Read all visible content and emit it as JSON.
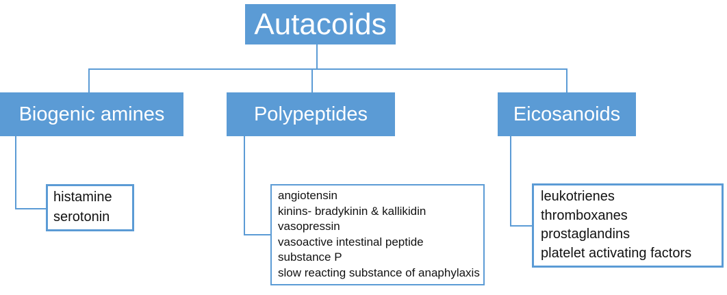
{
  "diagram": {
    "root": {
      "label": "Autacoids"
    },
    "categories": [
      {
        "label": "Biogenic amines",
        "items": [
          "histamine",
          "serotonin"
        ]
      },
      {
        "label": "Polypeptides",
        "items": [
          "angiotensin",
          "kinins- bradykinin & kallikidin",
          "vasopressin",
          "vasoactive intestinal peptide",
          "substance P",
          "slow reacting substance of anaphylaxis"
        ]
      },
      {
        "label": "Eicosanoids",
        "items": [
          "leukotrienes",
          "thromboxanes",
          "prostaglandins",
          "platelet activating factors"
        ]
      }
    ],
    "colors": {
      "background": "#ffffff",
      "box_fill": "#5b9bd5",
      "box_text": "#ffffff",
      "connector_line": "#5b9bd5",
      "leaf_border": "#5b9bd5",
      "leaf_text": "#111111"
    }
  }
}
